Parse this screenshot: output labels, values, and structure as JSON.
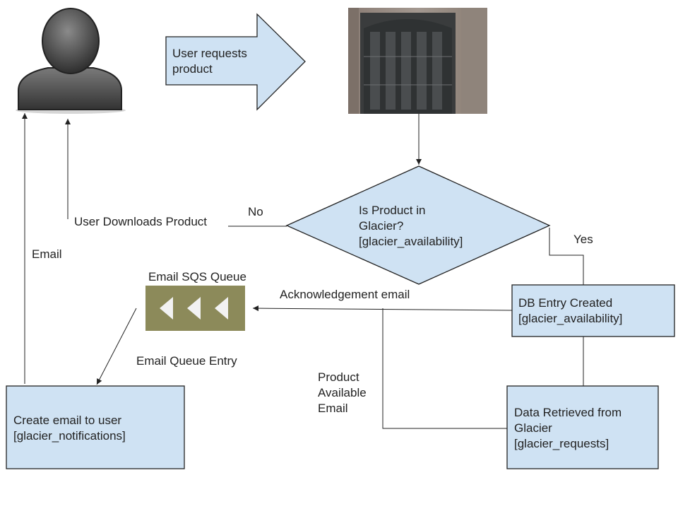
{
  "colors": {
    "node_fill": "#cfe2f3",
    "stroke": "#222222",
    "queue_fill": "#8c8a5a",
    "queue_arrow": "#f2f2f2"
  },
  "icons": {
    "user": "user-avatar-icon",
    "door": "door-image",
    "queue": "queue-arrows-icon"
  },
  "nodes": {
    "request_arrow": {
      "line1": "User requests",
      "line2": "product"
    },
    "decision": {
      "line1": "Is Product in",
      "line2": "Glacier?",
      "line3": "[glacier_availability]"
    },
    "db_entry": {
      "line1": "DB Entry Created",
      "line2": "[glacier_availability]"
    },
    "data_retrieved": {
      "line1": "Data Retrieved from",
      "line2": "Glacier",
      "line3": "[glacier_requests]"
    },
    "create_email": {
      "line1": "Create email to user",
      "line2": "[glacier_notifications]"
    },
    "queue": {
      "title": "Email SQS Queue"
    }
  },
  "edges": {
    "no": "No",
    "yes": "Yes",
    "user_downloads": "User Downloads Product",
    "email": "Email",
    "ack_email": "Acknowledgement email",
    "queue_entry": "Email Queue Entry",
    "product_available": {
      "line1": "Product",
      "line2": "Available",
      "line3": "Email"
    }
  }
}
